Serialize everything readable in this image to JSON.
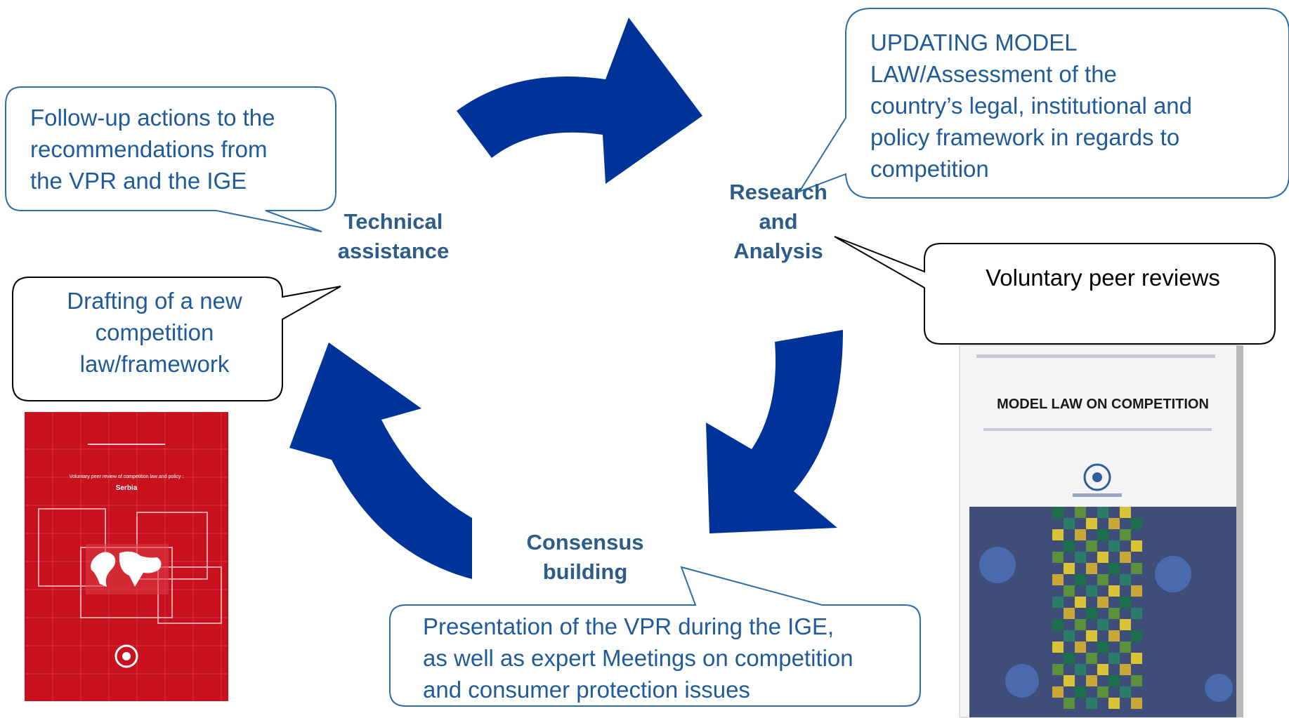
{
  "nodes": {
    "technical": [
      "Technical",
      "assistance"
    ],
    "research": [
      "Research",
      "and",
      "Analysis"
    ],
    "consensus": [
      "Consensus",
      "building"
    ]
  },
  "callouts": {
    "follow_up": [
      "Follow-up actions to the",
      "recommendations from",
      "the VPR and the IGE"
    ],
    "drafting": [
      "Drafting of a new",
      "competition",
      "law/framework"
    ],
    "updating": [
      "UPDATING MODEL",
      "LAW/Assessment of the",
      "country’s legal, institutional and",
      "policy framework in regards to",
      "competition"
    ],
    "voluntary": [
      "Voluntary peer reviews"
    ],
    "presentation": [
      "Presentation of the VPR during the IGE,",
      "as well as expert Meetings on competition",
      "and consumer protection issues"
    ]
  },
  "covers": {
    "serbia": {
      "line1": "Voluntary peer review of competition law and policy :",
      "line2": "Serbia"
    },
    "model_law": {
      "title": "MODEL LAW ON COMPETITION"
    }
  },
  "colors": {
    "arrow": "#003399",
    "callout_blue_border": "#2E6DA4",
    "node_text": "#2E5C8A",
    "serbia_red": "#C8101E",
    "model_law_panel": "#3E4E78"
  }
}
